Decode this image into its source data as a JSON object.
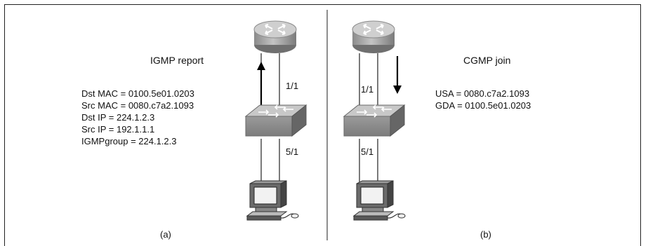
{
  "panel_a": {
    "heading": "IGMP report",
    "fields": [
      "Dst MAC = 0100.5e01.0203",
      "Src MAC = 0080.c7a2.1093",
      "Dst IP = 224.1.2.3",
      "Src IP = 192.1.1.1",
      "IGMPgroup = 224.1.2.3"
    ],
    "port_upper": "1/1",
    "port_lower": "5/1",
    "caption": "(a)"
  },
  "panel_b": {
    "heading": "CGMP join",
    "fields": [
      "USA = 0080.c7a2.1093",
      "GDA = 0100.5e01.0203"
    ],
    "port_upper": "1/1",
    "port_lower": "5/1",
    "caption": "(b)"
  },
  "icons": {
    "router": "router-icon",
    "switch": "switch-icon",
    "workstation": "workstation-icon",
    "arrow_up": "arrow-up-icon",
    "arrow_down": "arrow-down-icon"
  },
  "colors": {
    "device_gray": "#a9a9a9",
    "device_dark": "#6f6f6f",
    "line": "#333333"
  }
}
